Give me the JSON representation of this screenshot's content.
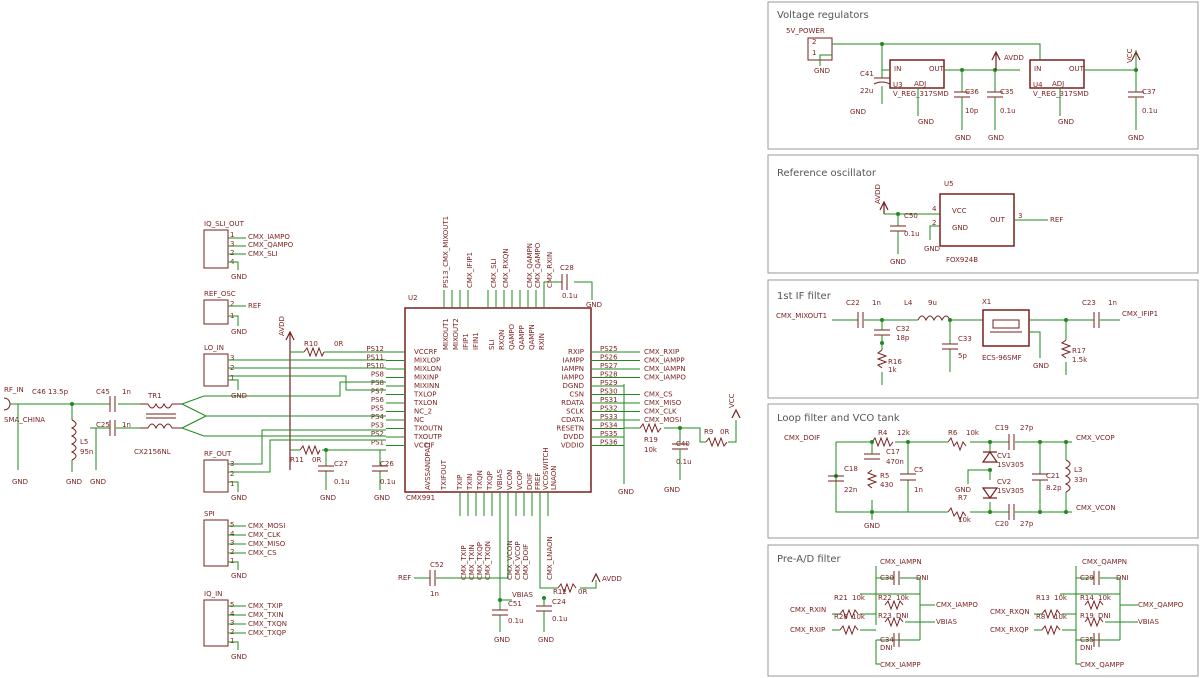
{
  "frames": [
    {
      "id": "vreg",
      "title": "Voltage regulators"
    },
    {
      "id": "refosc",
      "title": "Reference oscillator"
    },
    {
      "id": "if1",
      "title": "1st IF filter"
    },
    {
      "id": "loop",
      "title": "Loop filter and VCO tank"
    },
    {
      "id": "pread",
      "title": "Pre-A/D filter"
    }
  ],
  "chip": {
    "name": "U2",
    "part": "CMX991",
    "left_pins": [
      {
        "num": "PS12",
        "label": "VCCRF"
      },
      {
        "num": "PS11",
        "label": "MIXLOP"
      },
      {
        "num": "PS10",
        "label": "MIXLON"
      },
      {
        "num": "PS8",
        "label": "MIXINP"
      },
      {
        "num": "PS8",
        "label": "MIXINN"
      },
      {
        "num": "PS7",
        "label": "TXLOP"
      },
      {
        "num": "PS6",
        "label": "TXLON"
      },
      {
        "num": "PS5",
        "label": "NC_2"
      },
      {
        "num": "PS4",
        "label": "NC"
      },
      {
        "num": "PS3",
        "label": "TXOUTN"
      },
      {
        "num": "PS2",
        "label": "TXOUTP"
      },
      {
        "num": "PS1",
        "label": "VCCIF"
      }
    ],
    "right_pins": [
      {
        "num": "PS25",
        "label": "RXIP",
        "net": "CMX_RXIP"
      },
      {
        "num": "PS26",
        "label": "IAMPP",
        "net": "CMX_IAMPP"
      },
      {
        "num": "PS27",
        "label": "IAMPN",
        "net": "CMX_IAMPN"
      },
      {
        "num": "PS28",
        "label": "IAMPO",
        "net": "CMX_IAMPO"
      },
      {
        "num": "PS29",
        "label": "DGND",
        "net": ""
      },
      {
        "num": "PS30",
        "label": "CSN",
        "net": "CMX_CS"
      },
      {
        "num": "PS31",
        "label": "RDATA",
        "net": "CMX_MISO"
      },
      {
        "num": "PS32",
        "label": "SCLK",
        "net": "CMX_CLK"
      },
      {
        "num": "PS33",
        "label": "CDATA",
        "net": "CMX_MOSI"
      },
      {
        "num": "PS34",
        "label": "RESETN",
        "net": ""
      },
      {
        "num": "PS35",
        "label": "DVDD",
        "net": ""
      },
      {
        "num": "PS36",
        "label": "VDDIO",
        "net": ""
      }
    ],
    "top_nets": [
      "PS13_CMX_MIXOUT1",
      "MIXOUT1",
      "MIXOUT2",
      "IFIP1",
      "IFIN1",
      "CMX_IFIP1",
      "SLI",
      "CMX_SLI",
      "RXQN",
      "CMX_RXQN",
      "QAMPO",
      "QAMPP",
      "QAMPN",
      "CMX_QAMPN",
      "CMX_QAMPO",
      "RXIN",
      "CMX_RXIN"
    ],
    "bottom_nets": [
      "CMX_TXIP",
      "CMX_TXIN",
      "CMX_TXQP",
      "CMX_TXQN",
      "CMX_VCON",
      "CMX_VCOP",
      "CMX_DOIF",
      "CMX_LNAON",
      "AVSSANDPAD",
      "TXIFOUT",
      "TXIP",
      "TXIN",
      "TXQN",
      "TXQP",
      "VBIAS",
      "VCON",
      "VCOP",
      "DOIF",
      "FREF",
      "VCOSWITCH",
      "LNAON"
    ]
  },
  "connectors": [
    {
      "title": "IQ_SLI_OUT",
      "pins": [
        "CMX_IAMPO",
        "CMX_QAMPO",
        "CMX_SLI",
        ""
      ],
      "nums": [
        "1",
        "3",
        "2",
        "4"
      ]
    },
    {
      "title": "REF_OSC",
      "pins": [
        "REF",
        ""
      ],
      "nums": [
        "2",
        "1"
      ]
    },
    {
      "title": "LO_IN",
      "pins": [
        "",
        "",
        ""
      ],
      "nums": [
        "3",
        "2",
        "1"
      ]
    },
    {
      "title": "RF_OUT",
      "pins": [
        "",
        "",
        ""
      ],
      "nums": [
        "3",
        "2",
        "1"
      ]
    },
    {
      "title": "SPI",
      "pins": [
        "CMX_MOSI",
        "CMX_CLK",
        "CMX_MISO",
        "CMX_CS",
        ""
      ],
      "nums": [
        "5",
        "4",
        "3",
        "2",
        "1"
      ]
    },
    {
      "title": "IQ_IN",
      "pins": [
        "CMX_TXIP",
        "CMX_TXIN",
        "CMX_TXQN",
        "CMX_TXQP",
        ""
      ],
      "nums": [
        "5",
        "4",
        "3",
        "2",
        "1"
      ]
    }
  ],
  "labels": {
    "gnd": "GND",
    "avdd": "AVDD",
    "vcc": "VCC",
    "rf_in": "RF_IN",
    "sma": "SMA_CHINA",
    "c46": "C46 13.5p",
    "c45": "C45",
    "c45v": "1n",
    "c25": "C25",
    "c25v": "1n",
    "l5": "L5",
    "l5v": "95n",
    "tr1": "TR1",
    "tr1p": "CX2156NL",
    "r10": "R10",
    "r10v": "0R",
    "r11": "R11",
    "r11v": "0R",
    "c27": "C27",
    "c27v": "0.1u",
    "c26": "C26",
    "c26v": "0.1u",
    "c28": "C28",
    "c28v": "0.1u",
    "r19": "R19",
    "r19v": "10k",
    "c40": "C40",
    "c40v": "0.1u",
    "r9": "R9",
    "r9v": "0R",
    "ref": "REF",
    "c52": "C52",
    "c52v": "1n",
    "vbias": "VBIAS",
    "c51": "C51",
    "c51v": "0.1u",
    "c24": "C24",
    "c24v": "0.1u",
    "r12": "R12",
    "r12v": "0R",
    "power5v": "5V_POWER",
    "c41": "C41",
    "c41v": "22u",
    "u3": "U3",
    "u3p": "V_REG_317SMD",
    "u4": "U4",
    "u4p": "V_REG_317SMD",
    "c36": "C36",
    "c36v": "10p",
    "c35": "C35",
    "c35v": "0.1u",
    "c37": "C37",
    "c37v": "0.1u",
    "u5": "U5",
    "fox": "FOX924B",
    "c50": "C50",
    "c50v": "0.1u",
    "cmx_mixout1": "CMX_MIXOUT1",
    "c22": "C22",
    "c22v": "1n",
    "l4": "L4",
    "l4v": "9u",
    "c32": "C32",
    "c32v": "18p",
    "r16": "R16",
    "r16v": "1k",
    "c33": "C33",
    "c33v": "5p",
    "x1": "X1",
    "x1p": "ECS-96SMF",
    "c23": "C23",
    "c23v": "1n",
    "cmx_ifip1": "CMX_IFIP1",
    "r17": "R17",
    "r17v": "1.5k",
    "cmx_doif": "CMX_DOIF",
    "r4": "R4",
    "r4v": "12k",
    "c17": "C17",
    "c17v": "470n",
    "c18": "C18",
    "c18v": "22n",
    "r5": "R5",
    "r5v": "430",
    "c5": "C5",
    "c5v": "1n",
    "r6": "R6",
    "r6v": "10k",
    "r7": "R7",
    "r7v": "10k",
    "c19": "C19",
    "c19v": "27p",
    "c20": "C20",
    "c20v": "27p",
    "cv1": "CV1",
    "cv1p": "1SV305",
    "cv2": "CV2",
    "cv2p": "1SV305",
    "c21": "C21",
    "c21v": "8.2p",
    "l3": "L3",
    "l3v": "33n",
    "cmx_vcop": "CMX_VCOP",
    "cmx_vcon": "CMX_VCON",
    "cmx_iampn": "CMX_IAMPN",
    "cmx_iampo": "CMX_IAMPO",
    "cmx_iampp": "CMX_IAMPP",
    "cmx_rxin": "CMX_RXIN",
    "cmx_rxip": "CMX_RXIP",
    "cmx_qampn": "CMX_QAMPN",
    "cmx_qampo": "CMX_QAMPO",
    "cmx_qampp": "CMX_QAMPP",
    "cmx_rxqn": "CMX_RXQN",
    "cmx_rxqp": "CMX_RXQP",
    "c30": "C30",
    "c30v": "DNI",
    "c34": "C34",
    "c34v": "DNI",
    "r21": "R21",
    "r21v": "10k",
    "r20": "R20",
    "r20v": "10k",
    "r22": "R22",
    "r22v": "10k",
    "r23": "R23",
    "r23v": "DNI",
    "c29": "C29",
    "c29v": "DNI",
    "c35b": "C35",
    "c35bv": "DNI",
    "r13": "R13",
    "r13v": "10k",
    "r8": "R8",
    "r8v": "10k",
    "r14": "R14",
    "r14v": "10k",
    "r19b": "R19",
    "r19bv": "DNI",
    "adj": "ADJ",
    "in": "IN",
    "out": "OUT",
    "vcc_pin": "VCC",
    "gnd_pin": "GND",
    "out_pin": "OUT"
  }
}
